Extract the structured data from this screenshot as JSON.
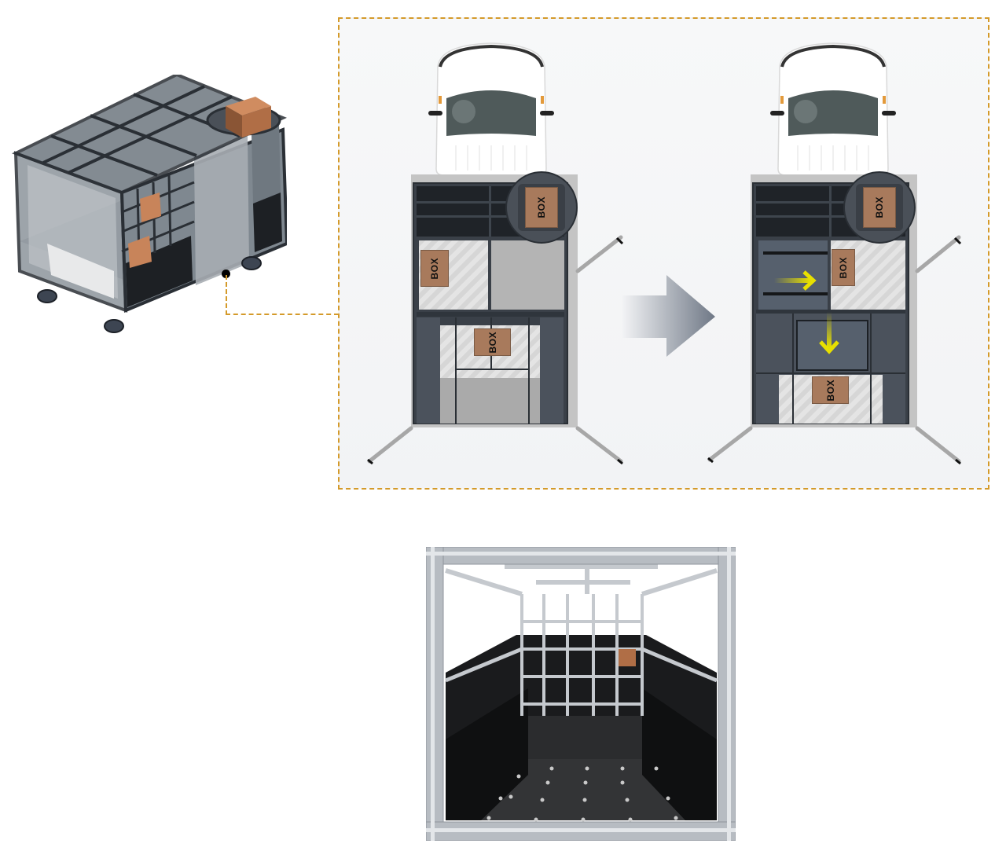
{
  "figure": {
    "isometric_model": {
      "description": "Isometric 3D model of vehicle cargo module with rotating turntable and box"
    },
    "connector": {
      "color": "#d49a2a",
      "style": "dashed"
    },
    "panel": {
      "border_color": "#d49a2a",
      "background": "#f4f5f6"
    },
    "before_layout": {
      "boxes": [
        {
          "label": "BOX",
          "position": "turntable"
        },
        {
          "label": "BOX",
          "position": "middle-left"
        },
        {
          "label": "BOX",
          "position": "lower-center"
        }
      ]
    },
    "transition_arrow": {
      "direction": "right",
      "color": "#6f7886"
    },
    "after_layout": {
      "boxes": [
        {
          "label": "BOX",
          "position": "turntable"
        },
        {
          "label": "BOX",
          "position": "middle-right"
        },
        {
          "label": "BOX",
          "position": "bottom-center"
        }
      ],
      "motion_arrows": [
        {
          "direction": "right",
          "color": "#e8e000"
        },
        {
          "direction": "down",
          "color": "#e8e000"
        }
      ]
    },
    "photo": {
      "description": "Photograph of aluminium-frame cargo module interior with black floor and shelves"
    }
  }
}
